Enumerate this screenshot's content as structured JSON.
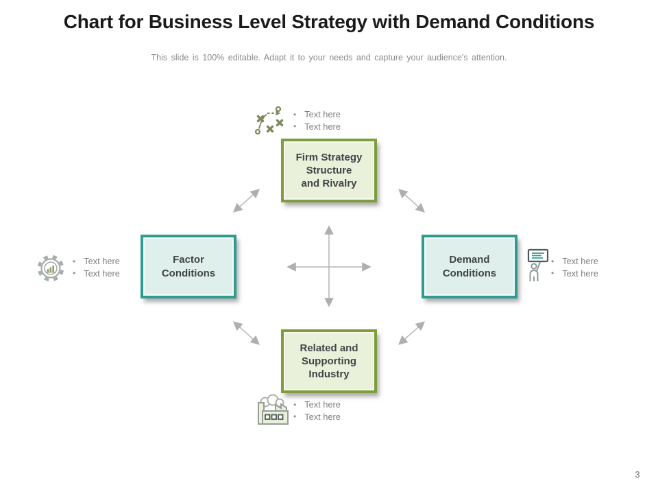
{
  "slide": {
    "title": "Chart for Business Level Strategy with Demand Conditions",
    "subtitle": "This slide is 100% editable. Adapt it to your needs and capture your audience's attention.",
    "page_number": "3"
  },
  "colors": {
    "olive_border": "#7e9d3d",
    "olive_fill": "#eaf1db",
    "teal_border": "#2f9c8f",
    "teal_fill": "#dff0ec",
    "arrow": "#b0b0b0",
    "box_text": "#3f4545",
    "bullet_text": "#7f7f7f",
    "title_text": "#1b1b1b",
    "subtitle_text": "#8b8b8b"
  },
  "nodes": {
    "top": {
      "label": "Firm Strategy\nStructure\nand Rivalry",
      "icon": "strategy-icon",
      "bullets": [
        "Text here",
        "Text here"
      ]
    },
    "left": {
      "label": "Factor\nConditions",
      "icon": "gear-analytics-icon",
      "bullets": [
        "Text here",
        "Text here"
      ]
    },
    "right": {
      "label": "Demand\nConditions",
      "icon": "person-presentation-icon",
      "bullets": [
        "Text here",
        "Text here"
      ]
    },
    "bottom": {
      "label": "Related and\nSupporting\nIndustry",
      "icon": "factory-icon",
      "bullets": [
        "Text here",
        "Text here"
      ]
    }
  }
}
